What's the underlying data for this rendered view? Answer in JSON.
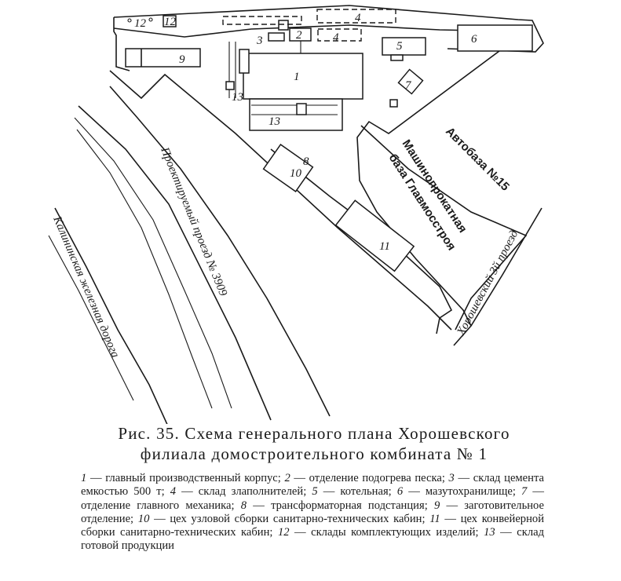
{
  "plan": {
    "labels": {
      "n1": "1",
      "n2": "2",
      "n3": "3",
      "n4a": "4",
      "n4b": "4",
      "n5": "5",
      "n6": "6",
      "n7": "7",
      "n8": "8",
      "n9": "9",
      "n10": "10",
      "n11": "11",
      "n12a": "12",
      "n12b": "12",
      "n13a": "13",
      "n13b": "13"
    },
    "streets": {
      "projected_road": "Проектируемый проезд № 3909",
      "railway": "Калининская железная дорога",
      "khoroshevsky": "Хорошевский 3й проезд"
    },
    "areas": {
      "autobase": "Автобаза №15",
      "machine_base_line1": "Машинопрокатная",
      "machine_base_line2": "база Главмосстроя"
    }
  },
  "caption": {
    "line1": "Рис. 35. Схема генерального плана Хорошевского",
    "line2": "филиала домостроительного комбината № 1"
  },
  "legend": [
    {
      "num": "1",
      "text": "главный производственный корпус;"
    },
    {
      "num": "2",
      "text": "отделение подогрева песка;"
    },
    {
      "num": "3",
      "text": "склад цемента емкостью 500 т;"
    },
    {
      "num": "4",
      "text": "склад злаполнителей;"
    },
    {
      "num": "5",
      "text": "котельная;"
    },
    {
      "num": "6",
      "text": "мазутохранилище;"
    },
    {
      "num": "7",
      "text": "отделение главного механика;"
    },
    {
      "num": "8",
      "text": "трансформаторная подстанция;"
    },
    {
      "num": "9",
      "text": "заготовительное отделение;"
    },
    {
      "num": "10",
      "text": "цех узловой сборки санитарно-технических кабин;"
    },
    {
      "num": "11",
      "text": "цех конвейерной сборки санитарно-технических кабин;"
    },
    {
      "num": "12",
      "text": "склады комплектующих изделий;"
    },
    {
      "num": "13",
      "text": "склад готовой продукции"
    }
  ]
}
